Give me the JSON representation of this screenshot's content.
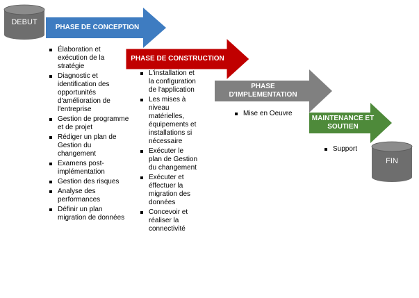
{
  "colors": {
    "conception": "#3E7CC1",
    "construction": "#C00000",
    "implementation": "#808080",
    "maintenance": "#4E8A3A",
    "cylinder_body": "#6E6E6E",
    "cylinder_top": "#8C8C8C"
  },
  "start": {
    "label": "DEBUT"
  },
  "end": {
    "label": "FIN"
  },
  "phases": [
    {
      "title": "PHASE DE CONCEPTION",
      "items": [
        "Élaboration et exécution de la stratégie",
        "Diagnostic et identification des opportunités d'amélioration de l'entreprise",
        "Gestion de programme et de projet",
        "Rédiger un plan de Gestion du changement",
        "Examens post-implémentation",
        "Gestion des risques",
        "Analyse des performances",
        "Définir un plan migration de données"
      ]
    },
    {
      "title": "PHASE DE CONSTRUCTION",
      "items": [
        "L'installation et la configuration de l'application",
        "Les mises à niveau matérielles, équipements et installations si nécessaire",
        "Exécuter le plan de Gestion du changement",
        "Exécuter et éffectuer la migration des données",
        "Concevoir et réaliser la connectivité"
      ]
    },
    {
      "title": "PHASE D'IMPLEMENTATION",
      "items": [
        "Mise en Oeuvre"
      ]
    },
    {
      "title": "MAINTENANCE ET SOUTIEN",
      "items": [
        "Support"
      ]
    }
  ]
}
